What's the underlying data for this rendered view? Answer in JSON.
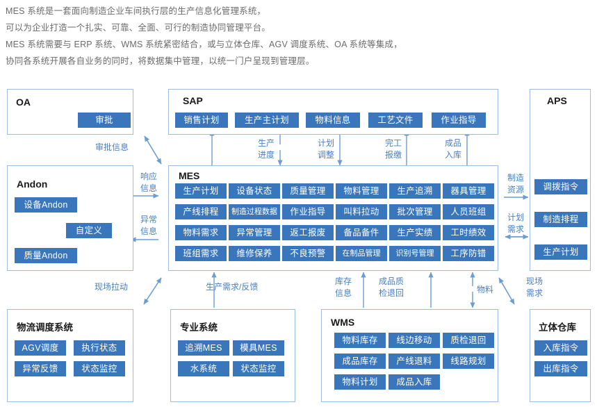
{
  "intro": {
    "lines": [
      "MES 系统是一套面向制造企业车间执行层的生产信息化管理系统，",
      "可以为企业打造一个扎实、可靠、全面、可行的制造协同管理平台。",
      "MES 系统需要与 ERP 系统、WMS 系统紧密结合，或与立体仓库、AGV 调度系统、OA 系统等集成，",
      "协同各系统开展各自业务的同时，将数据集中管理，以统一门户呈现到管理层。"
    ]
  },
  "colors": {
    "tag_blue": "#3a76bc",
    "box_border": "#9dbde0",
    "label_blue": "#4a7fc1",
    "arrow_blue": "#6d9cd2",
    "title_black": "#1a1a1a",
    "body_gray": "#6b6b6b"
  },
  "boxes": {
    "oa": {
      "title": "OA",
      "tags": [
        "审批"
      ]
    },
    "sap": {
      "title": "SAP",
      "tags": [
        "销售计划",
        "生产主计划",
        "物料信息",
        "工艺文件",
        "作业指导"
      ]
    },
    "aps": {
      "title": "APS",
      "tags": [
        "调拨指令",
        "制造排程",
        "生产计划"
      ]
    },
    "andon": {
      "title": "Andon",
      "tags": [
        "设备Andon",
        "自定义",
        "质量Andon"
      ]
    },
    "mes": {
      "title": "MES",
      "rows": [
        [
          "生产计划",
          "设备状态",
          "质量管理",
          "物料管理",
          "生产追溯",
          "器具管理"
        ],
        [
          "产线排程",
          "制造过程数据",
          "作业指导",
          "叫料拉动",
          "批次管理",
          "人员班组"
        ],
        [
          "物料需求",
          "异常管理",
          "返工报废",
          "备品备件",
          "生产实绩",
          "工时绩效"
        ],
        [
          "班组需求",
          "维修保养",
          "不良预警",
          "在制品管理",
          "识别号管理",
          "工序防错"
        ]
      ]
    },
    "logistics": {
      "title": "物流调度系统",
      "rows": [
        [
          "AGV调度",
          "执行状态"
        ],
        [
          "异常反馈",
          "状态监控"
        ]
      ]
    },
    "professional": {
      "title": "专业系统",
      "rows": [
        [
          "追溯MES",
          "模具MES"
        ],
        [
          "水系统",
          "状态监控"
        ]
      ]
    },
    "wms": {
      "title": "WMS",
      "rows": [
        [
          "物料库存",
          "线边移动",
          "质检退回"
        ],
        [
          "成品库存",
          "产线退料",
          "线路规划"
        ],
        [
          "物料计划",
          "成品入库"
        ]
      ]
    },
    "warehouse": {
      "title": "立体仓库",
      "tags": [
        "入库指令",
        "出库指令"
      ]
    }
  },
  "connectors": {
    "approval_info": "审批信息",
    "response_info_l1": "响应",
    "response_info_l2": "信息",
    "exception_info_l1": "异常",
    "exception_info_l2": "信息",
    "production_progress_l1": "生产",
    "production_progress_l2": "进度",
    "plan_adjust_l1": "计划",
    "plan_adjust_l2": "调整",
    "completion_report_l1": "完工",
    "completion_report_l2": "报缴",
    "finished_instock_l1": "成品",
    "finished_instock_l2": "入库",
    "manufacturing_resource_l1": "制造",
    "manufacturing_resource_l2": "资源",
    "plan_demand_l1": "计划",
    "plan_demand_l2": "需求",
    "site_pull": "现场拉动",
    "production_demand_feedback": "生产需求/反馈",
    "inventory_info_l1": "库存",
    "inventory_info_l2": "信息",
    "finished_qc_return_l1": "成品质",
    "finished_qc_return_l2": "检退回",
    "material": "物料",
    "site_demand_l1": "现场",
    "site_demand_l2": "需求"
  }
}
